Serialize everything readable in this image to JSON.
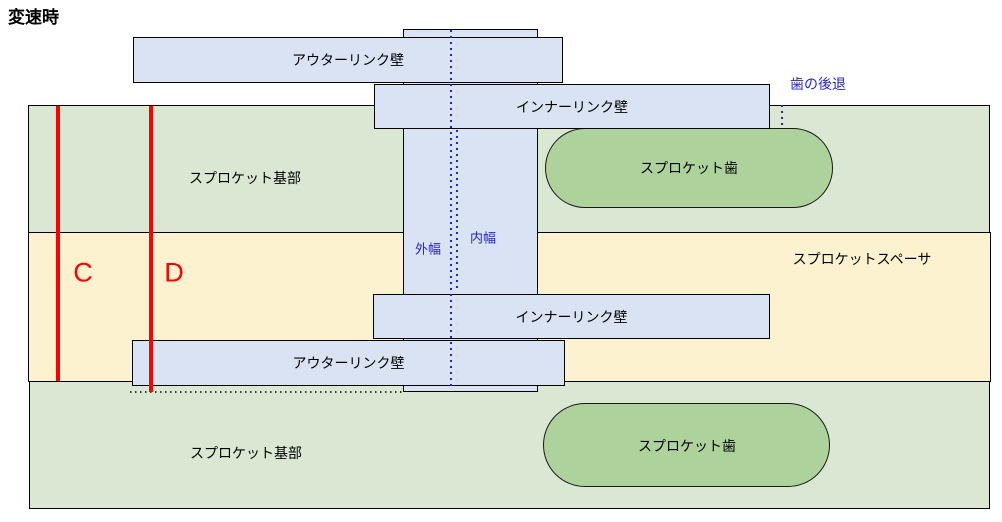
{
  "title": "変速時",
  "colors": {
    "link_blue": "#dae3f3",
    "sprocket_base_green": "#d9e7d3",
    "sprocket_tooth_green": "#aed29b",
    "spacer_yellow": "#fdf2cf",
    "marker_red": "#ff0000",
    "measure_blue": "#2222d8",
    "outline_black": "#000000"
  },
  "chain": {
    "outer_link_top": "アウターリンク壁",
    "inner_link_top": "インナーリンク壁",
    "inner_link_bottom": "インナーリンク壁",
    "outer_link_bottom": "アウターリンク壁"
  },
  "sprocket": {
    "base_top": "スプロケット基部",
    "tooth_top": "スプロケット歯",
    "spacer": "スプロケットスペーサ",
    "base_bottom": "スプロケット基部",
    "tooth_bottom": "スプロケット歯"
  },
  "measurements": {
    "outer_width": "外幅",
    "inner_width": "内幅",
    "tooth_retreat": "歯の後退",
    "section_c": "C",
    "section_d": "D"
  }
}
